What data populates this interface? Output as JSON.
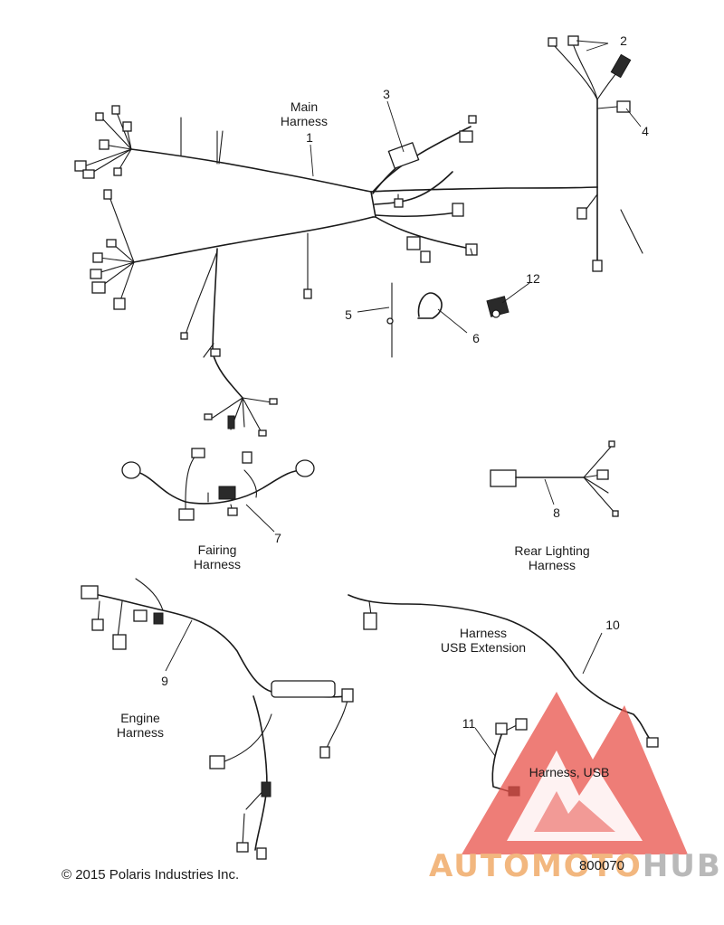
{
  "diagram": {
    "callouts": {
      "main_harness": {
        "number": "1",
        "label_line1": "Main",
        "label_line2": "Harness"
      },
      "item2": "2",
      "item3": "3",
      "item4": "4",
      "item5": "5",
      "item6": "6",
      "fairing_harness": {
        "number": "7",
        "label_line1": "Fairing",
        "label_line2": "Harness"
      },
      "rear_lighting_harness": {
        "number": "8",
        "label_line1": "Rear Lighting",
        "label_line2": "Harness"
      },
      "engine_harness": {
        "number": "9",
        "label_line1": "Engine",
        "label_line2": "Harness"
      },
      "usb_extension_harness": {
        "number": "10",
        "label_line1": "Harness",
        "label_line2": "USB Extension"
      },
      "usb_harness": {
        "number": "11",
        "label": "Harness, USB"
      },
      "item12": "12"
    },
    "copyright": "© 2015 Polaris Industries Inc.",
    "figure_id": "800070",
    "watermark": {
      "text_part1": "AUTOMOTO",
      "text_part2": "HUB",
      "color_primary": "#e8524a",
      "color_accent": "#f2b77f",
      "color_secondary": "#b9b9b9"
    }
  }
}
